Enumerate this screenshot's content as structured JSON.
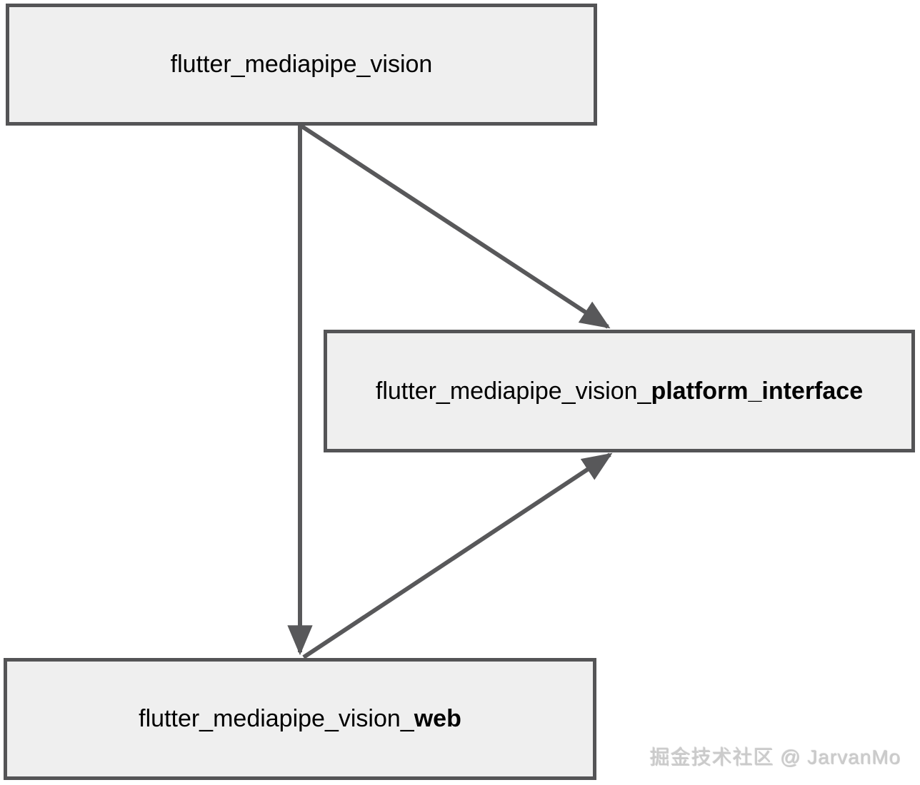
{
  "diagram": {
    "nodes": [
      {
        "id": "flutter_mediapipe_vision",
        "label_prefix": "flutter_mediapipe_vision",
        "label_bold": ""
      },
      {
        "id": "flutter_mediapipe_vision_platform_interface",
        "label_prefix": "flutter_mediapipe_vision_",
        "label_bold": "platform_interface"
      },
      {
        "id": "flutter_mediapipe_vision_web",
        "label_prefix": "flutter_mediapipe_vision_",
        "label_bold": "web"
      }
    ],
    "edges": [
      {
        "from": "flutter_mediapipe_vision",
        "to": "flutter_mediapipe_vision_platform_interface"
      },
      {
        "from": "flutter_mediapipe_vision",
        "to": "flutter_mediapipe_vision_web"
      },
      {
        "from": "flutter_mediapipe_vision_web",
        "to": "flutter_mediapipe_vision_platform_interface"
      }
    ],
    "colors": {
      "node_fill": "#efefef",
      "node_border": "#545456",
      "edge": "#58585a",
      "text": "#000000",
      "background": "#ffffff"
    }
  },
  "watermark": {
    "text": "掘金技术社区 @ JarvanMo",
    "color": "#cbcbcb"
  }
}
